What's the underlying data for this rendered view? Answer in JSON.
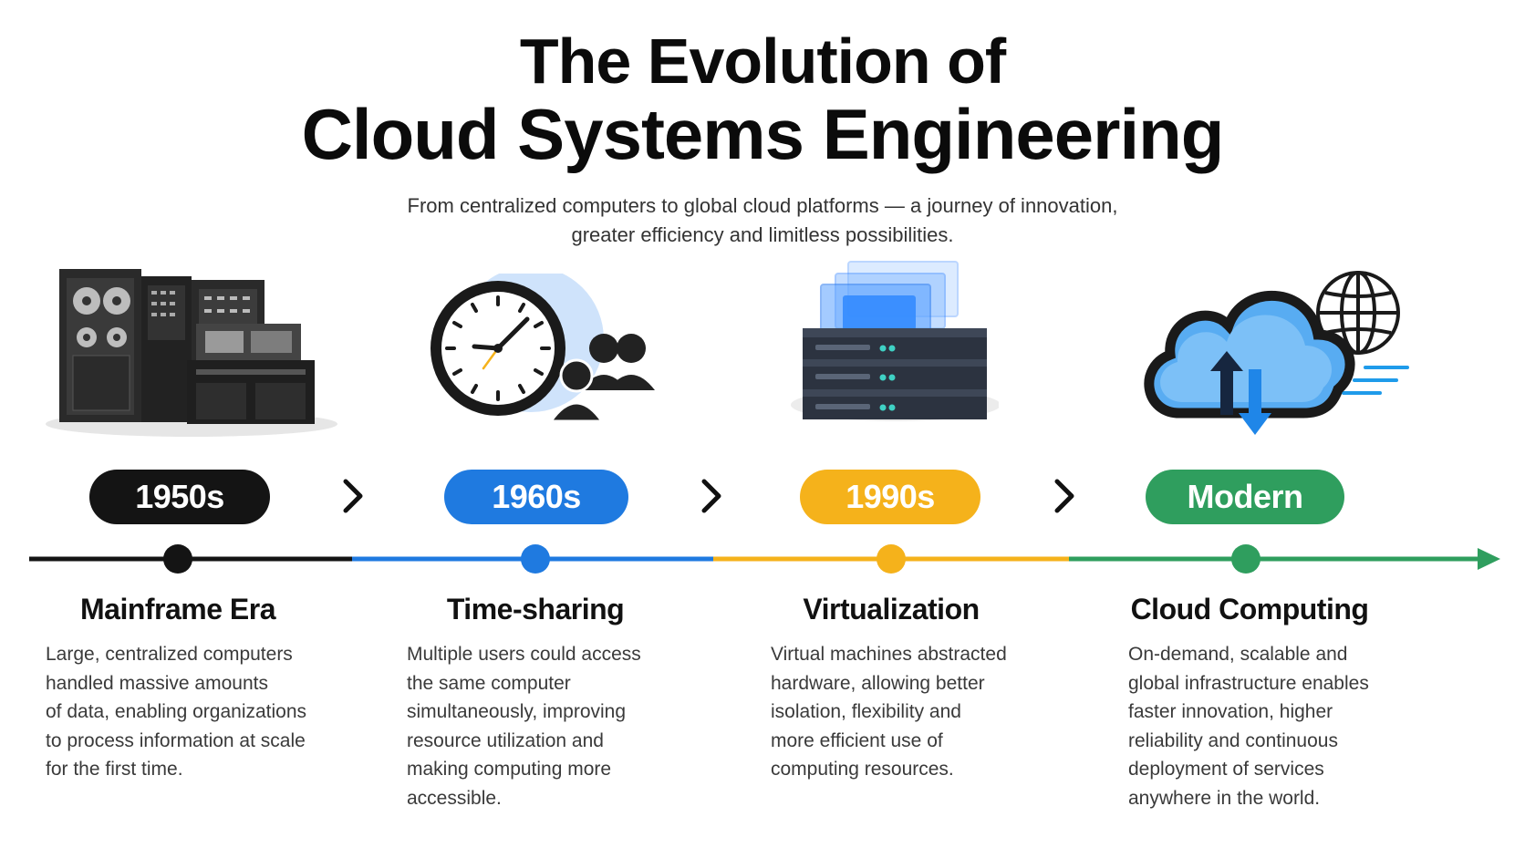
{
  "header": {
    "title_line1": "The Evolution of",
    "title_line2": "Cloud Systems Engineering",
    "subtitle_line1": "From centralized computers to global cloud platforms — a journey of innovation,",
    "subtitle_line2": "greater efficiency and limitless possibilities."
  },
  "colors": {
    "mainframe": "#141414",
    "timesharing": "#1f7ae0",
    "virtualization": "#f5b21b",
    "cloud": "#2f9e5e"
  },
  "stages": [
    {
      "era": "1950s",
      "title": "Mainframe Era",
      "icon": "mainframe-computer-icon",
      "desc": [
        "Large, centralized computers",
        "handled massive amounts",
        "of data, enabling organizations",
        "to process information at scale",
        "for the first time."
      ]
    },
    {
      "era": "1960s",
      "title": "Time-sharing",
      "icon": "clock-with-users-icon",
      "desc": [
        "Multiple users could access",
        "the same computer",
        "simultaneously, improving",
        "resource utilization and",
        "making computing more",
        "accessible."
      ]
    },
    {
      "era": "1990s",
      "title": "Virtualization",
      "icon": "virtual-server-stack-icon",
      "desc": [
        "Virtual machines abstracted",
        "hardware, allowing better",
        "isolation, flexibility and",
        "more efficient use of",
        "computing resources."
      ]
    },
    {
      "era": "Modern",
      "title": "Cloud Computing",
      "icon": "cloud-globe-icon",
      "desc": [
        "On-demand, scalable and",
        "global infrastructure enables",
        "faster innovation, higher",
        "reliability and continuous",
        "deployment of services",
        "anywhere in the world."
      ]
    }
  ]
}
